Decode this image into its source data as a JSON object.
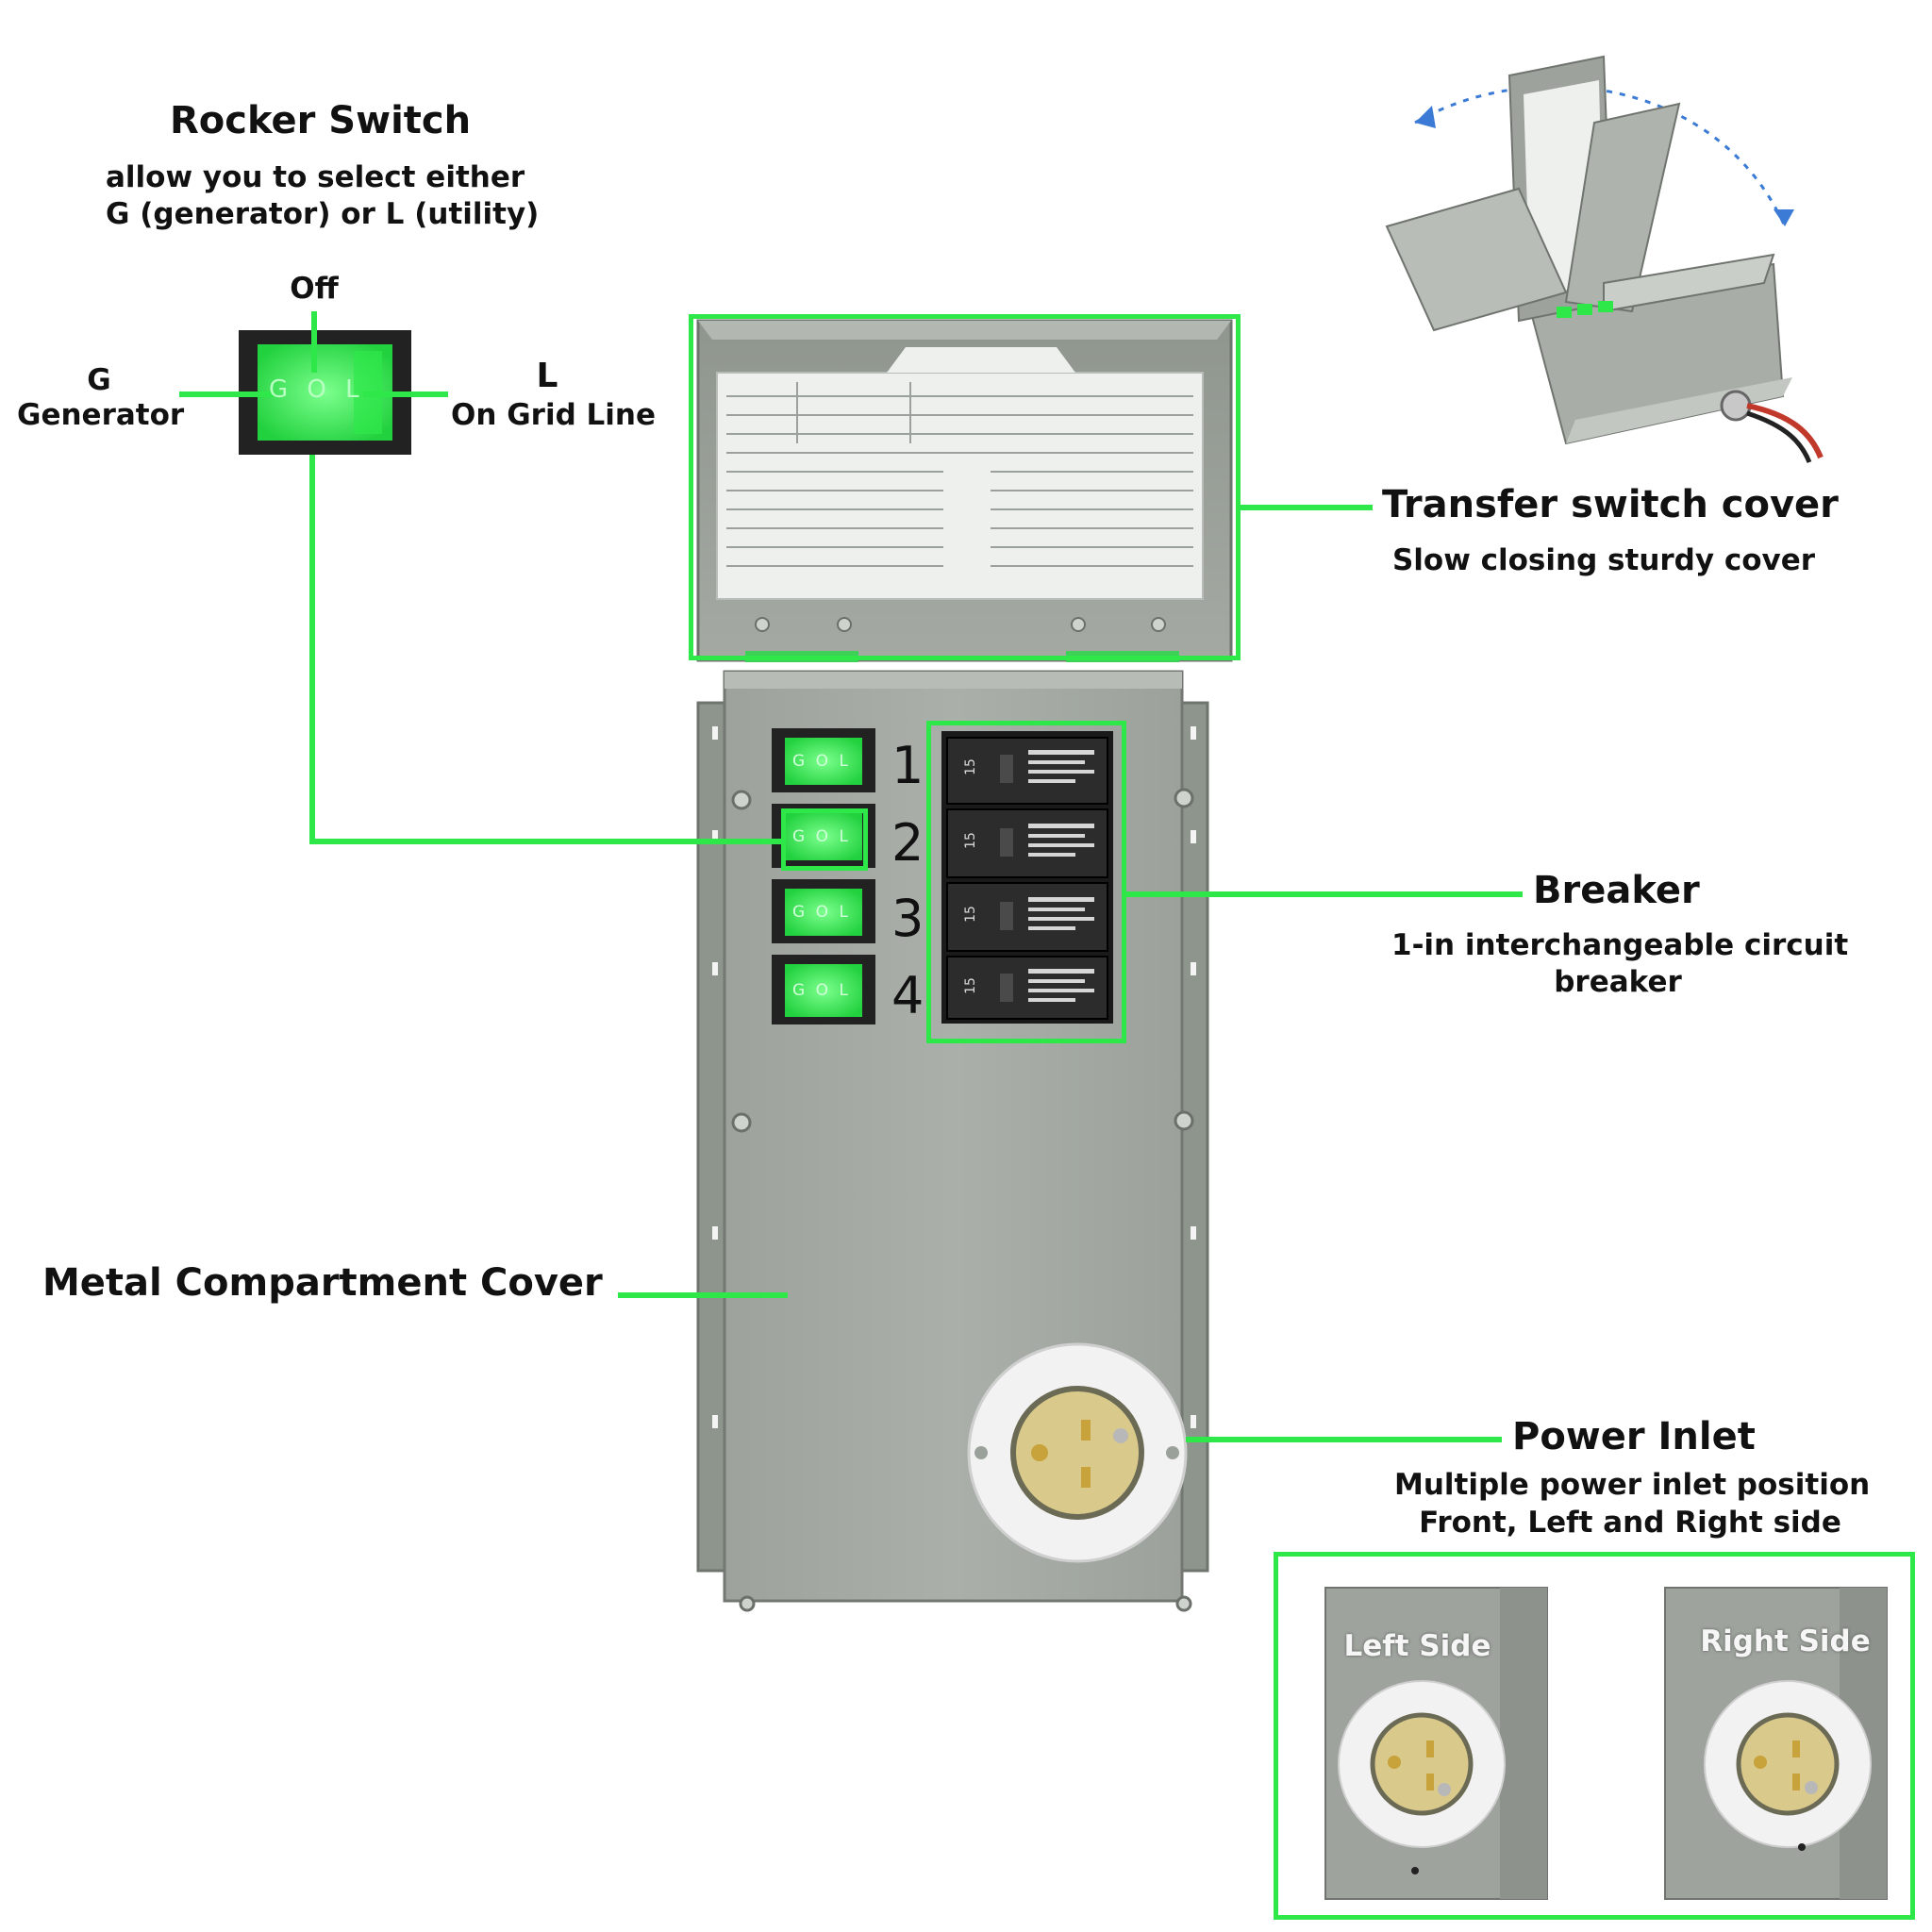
{
  "rocker": {
    "title": "Rocker Switch",
    "desc_line1": "allow you to select either",
    "desc_line2": "G (generator) or L (utility)",
    "off_label": "Off",
    "g_letter": "G",
    "g_label": "Generator",
    "l_letter": "L",
    "l_label": "On Grid Line",
    "switch_text": "G O L"
  },
  "transfer_cover": {
    "title": "Transfer switch cover",
    "desc": "Slow closing sturdy cover"
  },
  "breaker": {
    "title": "Breaker",
    "desc_line1": "1-in interchangeable circuit",
    "desc_line2": "breaker",
    "rating": "15"
  },
  "circuits": [
    "1",
    "2",
    "3",
    "4"
  ],
  "compartment": {
    "title": "Metal Compartment Cover"
  },
  "inlet": {
    "title": "Power Inlet",
    "desc_line1": "Multiple power inlet position",
    "desc_line2": "Front, Left and Right side",
    "left_label": "Left Side",
    "right_label": "Right Side"
  },
  "colors": {
    "accent_green": "#2ee84a",
    "panel_gray": "#a3aaa2",
    "switch_green": "#3ef05a"
  }
}
